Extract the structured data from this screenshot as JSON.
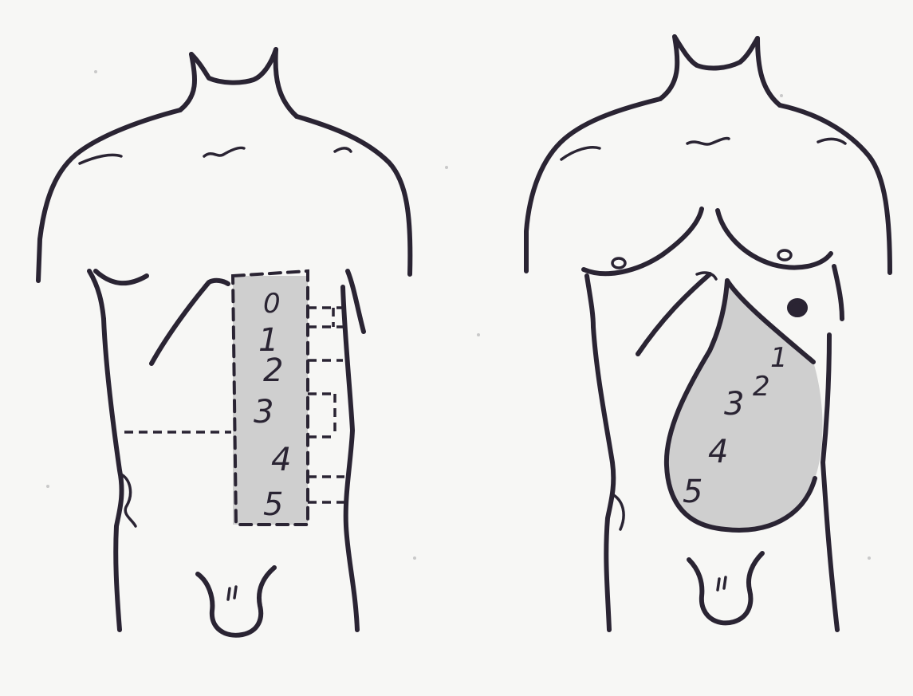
{
  "figure_left": {
    "flap_labels": [
      "0",
      "1",
      "2",
      "3",
      "4",
      "5"
    ]
  },
  "figure_right": {
    "flap_labels": [
      "1",
      "2",
      "3",
      "4",
      "5"
    ]
  },
  "colors": {
    "ink": "#2a2433",
    "flap_fill": "#cfcfcf",
    "paper": "#f7f7f5"
  }
}
